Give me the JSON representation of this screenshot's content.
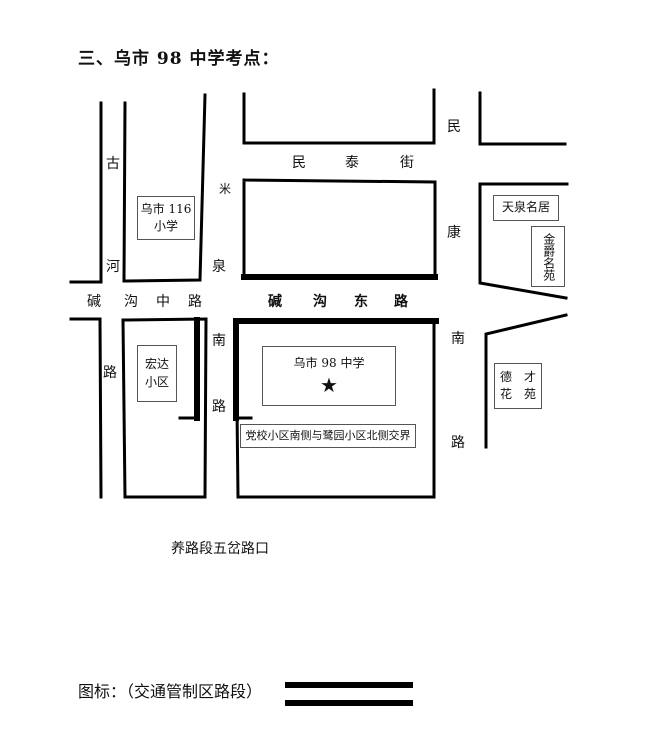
{
  "title": "三、乌市 98 中学考点：",
  "roads": {
    "minfeng_top": "民",
    "minfeng_street_1": "民",
    "minfeng_street_2": "泰",
    "minfeng_street_3": "街",
    "kang_1": "康",
    "gu": "古",
    "he": "河",
    "mi": "米",
    "quan": "泉",
    "jiangou_zhong_1": "碱",
    "jiangou_zhong_2": "沟",
    "jiangou_zhong_3": "中",
    "jiangou_zhong_4": "路",
    "jiangou_dong_1": "碱",
    "jiangou_dong_2": "沟",
    "jiangou_dong_3": "东",
    "jiangou_dong_4": "路",
    "lu_left": "路",
    "nan_mid": "南",
    "lu_mid": "路",
    "nan_right": "南",
    "lu_right": "路"
  },
  "places": {
    "school_116": "乌市 116 小学",
    "hongda": "宏达小区",
    "tianquan": "天泉名居",
    "jinjue": "金爵名苑",
    "decai": "德　才 花　苑",
    "school_98": "乌市 98 中学",
    "boundary": "党校小区南侧与鹭园小区北侧交界"
  },
  "footnote": "养路段五岔路口",
  "legend": {
    "label": "图标：（交通管制区路段）"
  }
}
